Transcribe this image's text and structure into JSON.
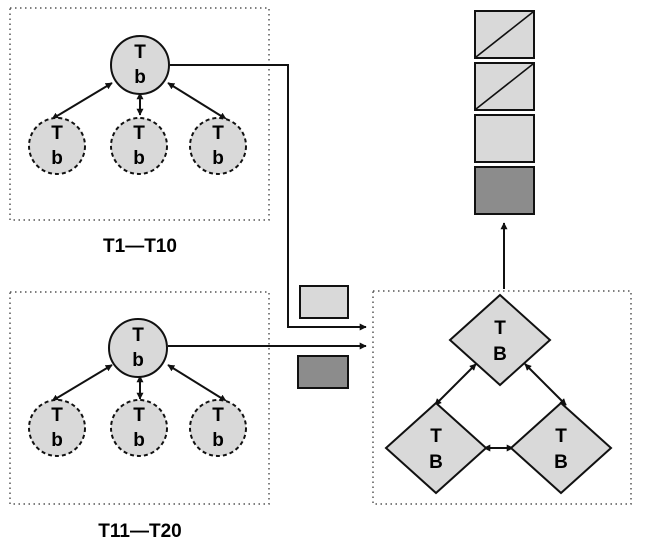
{
  "groups": [
    {
      "label": "T1—T10"
    },
    {
      "label": "T11—T20"
    }
  ],
  "node_text": {
    "small_top": "T",
    "small_bottom": "b",
    "large_top": "T",
    "large_bottom": "B"
  },
  "colors": {
    "node_fill": "#d9d9d9",
    "light_block": "#d9d9d9",
    "dark_block": "#8c8c8c",
    "stroke": "#111111"
  },
  "stack": [
    {
      "fill": "light",
      "slashed": true
    },
    {
      "fill": "light",
      "slashed": true
    },
    {
      "fill": "light",
      "slashed": false
    },
    {
      "fill": "dark",
      "slashed": false
    }
  ],
  "side_blocks": [
    {
      "fill": "light"
    },
    {
      "fill": "dark"
    }
  ]
}
